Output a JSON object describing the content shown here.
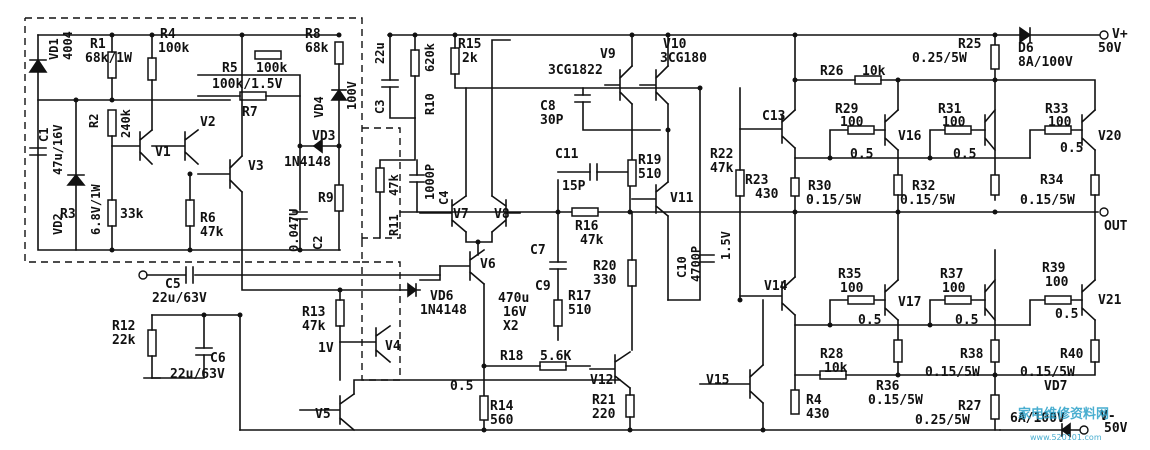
{
  "labels": {
    "R1": "R1",
    "R1v": "68k/1W",
    "R4": "R4",
    "R4v": "100k",
    "R5": "R5",
    "R5v": "100k",
    "R5v2": "100k/1.5V",
    "R7": "R7",
    "R8": "R8",
    "R8v": "68k",
    "C3v": "22u",
    "C3": "C3",
    "R10": "R10",
    "R10v": "620k",
    "R15": "R15",
    "R15v": "2k",
    "V9": "V9",
    "V9v": "3CG1822",
    "V10": "V10",
    "V10v": "3CG180",
    "R25": "R25",
    "R25v": "0.25/5W",
    "D6": "D6",
    "D6v": "8A/100V",
    "Vplus": "V+",
    "Vplusv": "50V",
    "VD1": "VD1",
    "VD1v": "4004",
    "C1": "C1",
    "C1v": "47u/16V",
    "VD2": "VD2",
    "VD2v": "6.8V/1W",
    "R2": "R2",
    "R2v": "240k",
    "V1": "V1",
    "V2": "V2",
    "V3": "V3",
    "R3": "R3",
    "R3v": "33k",
    "R6": "R6",
    "R6v": "47k",
    "VD4": "VD4",
    "VD4v": "100V",
    "VD3": "VD3",
    "VD3v": "1N4148",
    "C2": "C2",
    "C2v": "0.047U",
    "R9": "R9",
    "R11": "R11",
    "R11v": "47k",
    "C4": "C4",
    "C4v": "1000P",
    "V7": "V7",
    "V8": "V8",
    "C8": "C8",
    "C8v": "30P",
    "C11": "C11",
    "C11v": "15P",
    "R16": "R16",
    "R16v": "47k",
    "R19": "R19",
    "R19v": "510",
    "V11": "V11",
    "R22": "R22",
    "R22v": "47k",
    "R23": "R23",
    "R23v": "430",
    "C10": "C10",
    "C10v": "4700P",
    "V1_5": "1.5V",
    "C13": "C13",
    "R26": "R26",
    "R26v": "10k",
    "R29": "R29",
    "R29v": "100",
    "V16": "V16",
    "R31": "R31",
    "R31v": "100",
    "R33": "R33",
    "R33v": "100",
    "V20": "V20",
    "e05a": "0.5",
    "e05b": "0.5",
    "e05c": "0.5",
    "R30": "R30",
    "R30v": "0.15/5W",
    "R32": "R32",
    "R32v": "0.15/5W",
    "R34": "R34",
    "R34v": "0.15/5W",
    "OUT": "OUT",
    "C5": "C5",
    "C5v": "22u/63V",
    "V6": "V6",
    "C7": "C7",
    "C9": "C9",
    "C9v": "470u",
    "C9v2": "16V",
    "C9v3": "X2",
    "R17": "R17",
    "R17v": "510",
    "R20": "R20",
    "R20v": "330",
    "VD6": "VD6",
    "VD6v": "1N4148",
    "R12": "R12",
    "R12v": "22k",
    "C6": "C6",
    "C6v": "22u/63V",
    "R13": "R13",
    "R13v": "47k",
    "V1v": "1V",
    "V4": "V4",
    "V14": "V14",
    "R35": "R35",
    "R35v": "100",
    "V17": "V17",
    "R37": "R37",
    "R37v": "100",
    "R39": "R39",
    "R39v": "100",
    "V21": "V21",
    "e05d": "0.5",
    "e05e": "0.5",
    "e05f": "0.5",
    "R18": "R18",
    "R18v": "5.6K",
    "V12": "V12",
    "V15": "V15",
    "R28": "R28",
    "R28v": "10k",
    "R36": "R36",
    "R36v": "0.15/5W",
    "R38": "R38",
    "R38v": "0.15/5W",
    "R40": "R40",
    "R40v": "0.15/5W",
    "VD7": "VD7",
    "R27": "R27",
    "R27v": "0.25/5W",
    "R4b": "R4",
    "R4bv": "430",
    "V5": "V5",
    "e05g": "0.5",
    "R14": "R14",
    "R14v": "560",
    "R21": "R21",
    "R21v": "220",
    "Vminus": "V-",
    "Vminusv": "50V",
    "VD7v": "6A/100V"
  },
  "watermark": {
    "main": "家电维修资料网",
    "site": "www.520101.com"
  }
}
